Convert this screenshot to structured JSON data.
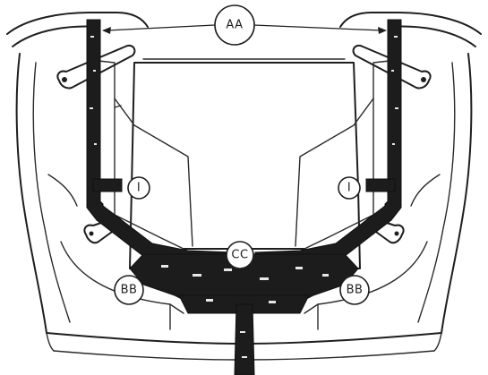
{
  "diagram": {
    "callouts": {
      "aa": "AA",
      "bb_left": "BB",
      "bb_right": "BB",
      "cc": "CC",
      "i_left": "I",
      "i_right": "I"
    }
  }
}
